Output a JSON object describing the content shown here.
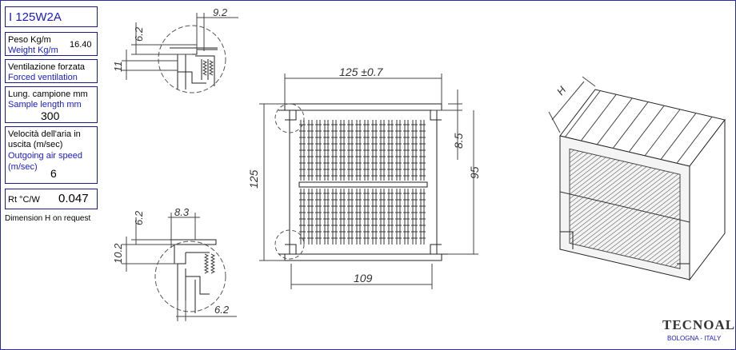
{
  "title": "I 125W2A",
  "weight": {
    "label_it": "Peso Kg/m",
    "label_en": "Weight Kg/m",
    "value": "16.40"
  },
  "ventilation": {
    "label_it": "Ventilazione forzata",
    "label_en": "Forced ventilation"
  },
  "sample_length": {
    "label_it": "Lung. campione mm",
    "label_en": "Sample length mm",
    "value": "300"
  },
  "air_speed": {
    "label_it_1": "Velocità dell'aria in",
    "label_it_2": "uscita (m/sec)",
    "label_en_1": "Outgoing air speed",
    "label_en_2": "(m/sec)",
    "value": "6"
  },
  "rt": {
    "label": "Rt °C/W",
    "value": "0.047"
  },
  "note": "Dimension H on request",
  "dimensions": {
    "top_width": "9.2",
    "top_h1": "6.2",
    "top_h2": "11",
    "width": "125 ±0.7",
    "height": "125",
    "right_small": "8.5",
    "right_big": "95",
    "bottom": "109",
    "bot_width": "8.3",
    "bot_h1": "6.2",
    "bot_h2": "10.2",
    "bot_foot": "6.2",
    "iso_h": "H"
  },
  "logo": {
    "name": "TECNOAL",
    "city": "BOLOGNA - ITALY"
  }
}
